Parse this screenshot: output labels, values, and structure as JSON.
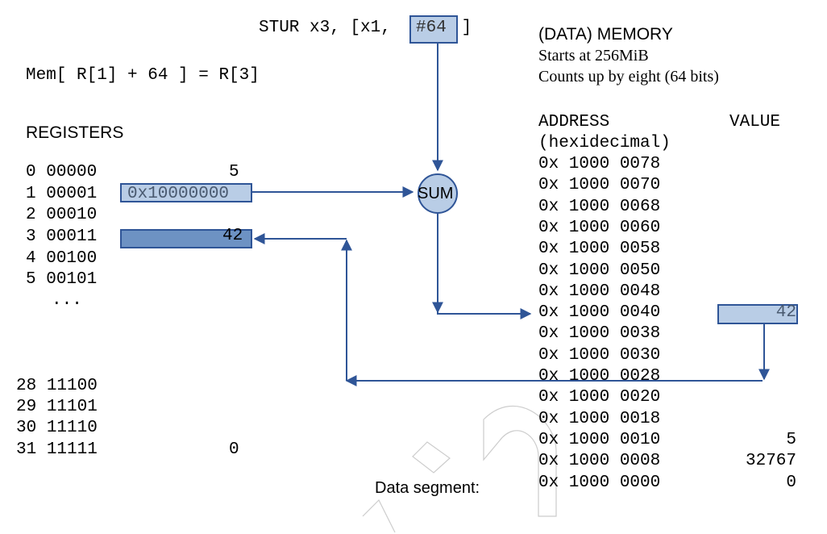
{
  "instruction": {
    "prefix": "STUR x3, [x1, ",
    "imm": "#64",
    "suffix": " ]"
  },
  "equation": "Mem[ R[1] + 64 ] = R[3]",
  "registers": {
    "title": "REGISTERS",
    "rows": [
      {
        "index": "0",
        "bits": "00000",
        "value": "5"
      },
      {
        "index": "1",
        "bits": "00001",
        "value": "0x10000000"
      },
      {
        "index": "2",
        "bits": "00010",
        "value": ""
      },
      {
        "index": "3",
        "bits": "00011",
        "value": "42"
      },
      {
        "index": "4",
        "bits": "00100",
        "value": ""
      },
      {
        "index": "5",
        "bits": "00101",
        "value": ""
      }
    ],
    "ellipsis": "...",
    "rows_tail": [
      {
        "index": "28",
        "bits": "11100",
        "value": ""
      },
      {
        "index": "29",
        "bits": "11101",
        "value": ""
      },
      {
        "index": "30",
        "bits": "11110",
        "value": ""
      },
      {
        "index": "31",
        "bits": "11111",
        "value": "0"
      }
    ]
  },
  "sum_label": "SUM",
  "memory": {
    "title": "(DATA) MEMORY",
    "line1": "Starts at 256MiB",
    "line2": "Counts up by eight (64 bits)",
    "address_header": "ADDRESS",
    "address_sub": "(hexidecimal)",
    "value_header": "VALUE",
    "rows": [
      {
        "address": "0x 1000 0078",
        "value": ""
      },
      {
        "address": "0x 1000 0070",
        "value": ""
      },
      {
        "address": "0x 1000 0068",
        "value": ""
      },
      {
        "address": "0x 1000 0060",
        "value": ""
      },
      {
        "address": "0x 1000 0058",
        "value": ""
      },
      {
        "address": "0x 1000 0050",
        "value": ""
      },
      {
        "address": "0x 1000 0048",
        "value": ""
      },
      {
        "address": "0x 1000 0040",
        "value": "42"
      },
      {
        "address": "0x 1000 0038",
        "value": ""
      },
      {
        "address": "0x 1000 0030",
        "value": ""
      },
      {
        "address": "0x 1000 0028",
        "value": ""
      },
      {
        "address": "0x 1000 0020",
        "value": ""
      },
      {
        "address": "0x 1000 0018",
        "value": ""
      },
      {
        "address": "0x 1000 0010",
        "value": "5"
      },
      {
        "address": "0x 1000 0008",
        "value": "32767"
      },
      {
        "address": "0x 1000 0000",
        "value": "0"
      }
    ]
  },
  "data_segment_label": "Data segment:",
  "colors": {
    "box_fill_light": "#b9cde6",
    "box_fill_dark": "#6d92c3",
    "stroke": "#2f5597"
  }
}
